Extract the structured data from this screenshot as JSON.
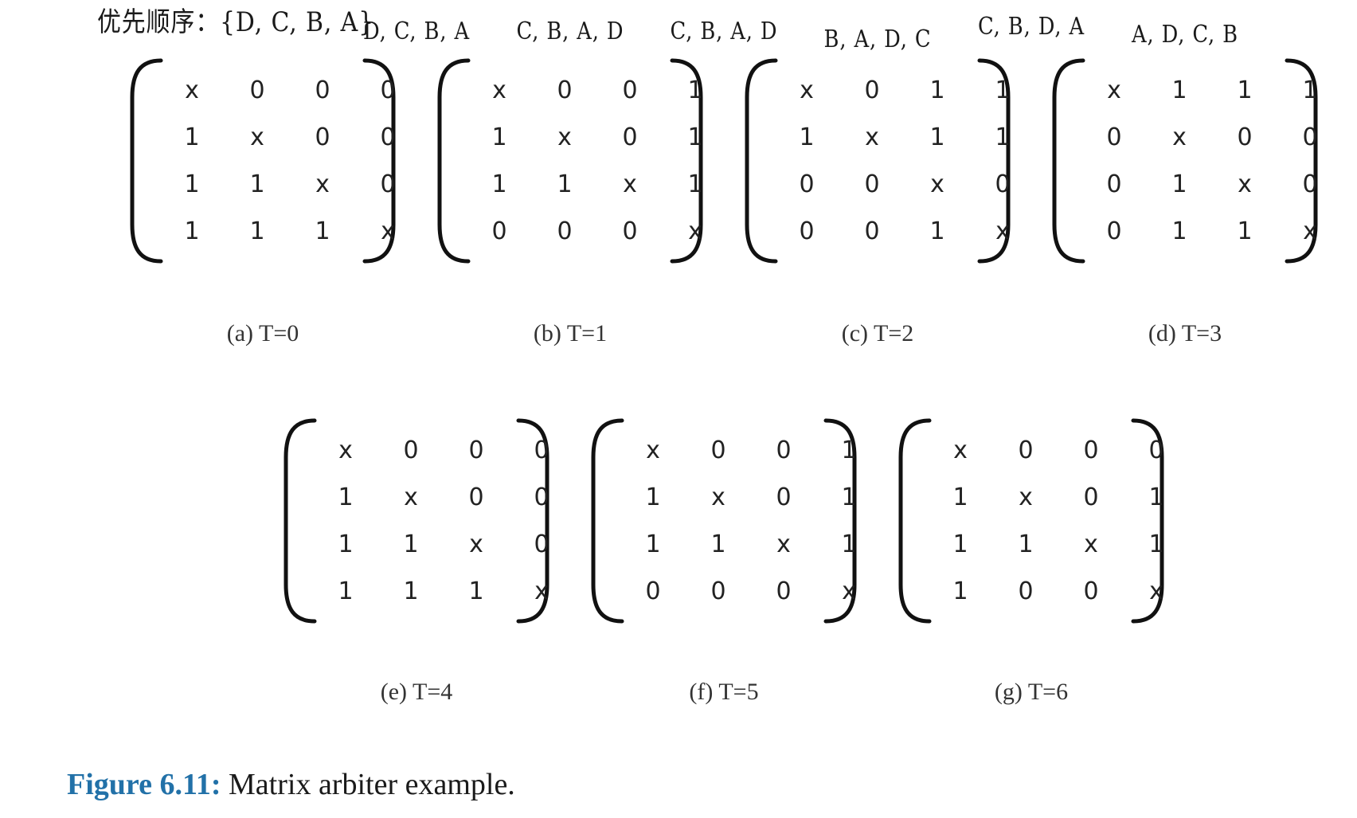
{
  "priority_label": "优先顺序：{D, C, B, A}",
  "panels": [
    {
      "heading": "",
      "matrix": [
        [
          "x",
          "0",
          "0",
          "0"
        ],
        [
          "1",
          "x",
          "0",
          "0"
        ],
        [
          "1",
          "1",
          "x",
          "0"
        ],
        [
          "1",
          "1",
          "1",
          "x"
        ]
      ],
      "caption": "(a) T=0"
    },
    {
      "heading": "C, B, A, D",
      "matrix": [
        [
          "x",
          "0",
          "0",
          "1"
        ],
        [
          "1",
          "x",
          "0",
          "1"
        ],
        [
          "1",
          "1",
          "x",
          "1"
        ],
        [
          "0",
          "0",
          "0",
          "x"
        ]
      ],
      "caption": "(b) T=1"
    },
    {
      "heading": "B, A, D, C",
      "matrix": [
        [
          "x",
          "0",
          "1",
          "1"
        ],
        [
          "1",
          "x",
          "1",
          "1"
        ],
        [
          "0",
          "0",
          "x",
          "0"
        ],
        [
          "0",
          "0",
          "1",
          "x"
        ]
      ],
      "caption": "(c) T=2"
    },
    {
      "heading": "A, D, C, B",
      "matrix": [
        [
          "x",
          "1",
          "1",
          "1"
        ],
        [
          "0",
          "x",
          "0",
          "0"
        ],
        [
          "0",
          "1",
          "x",
          "0"
        ],
        [
          "0",
          "1",
          "1",
          "x"
        ]
      ],
      "caption": "(d) T=3"
    },
    {
      "heading": "D, C, B, A",
      "matrix": [
        [
          "x",
          "0",
          "0",
          "0"
        ],
        [
          "1",
          "x",
          "0",
          "0"
        ],
        [
          "1",
          "1",
          "x",
          "0"
        ],
        [
          "1",
          "1",
          "1",
          "x"
        ]
      ],
      "caption": "(e) T=4"
    },
    {
      "heading": "C, B, A, D",
      "matrix": [
        [
          "x",
          "0",
          "0",
          "1"
        ],
        [
          "1",
          "x",
          "0",
          "1"
        ],
        [
          "1",
          "1",
          "x",
          "1"
        ],
        [
          "0",
          "0",
          "0",
          "x"
        ]
      ],
      "caption": "(f) T=5"
    },
    {
      "heading": "C, B, D, A",
      "matrix": [
        [
          "x",
          "0",
          "0",
          "0"
        ],
        [
          "1",
          "x",
          "0",
          "1"
        ],
        [
          "1",
          "1",
          "x",
          "1"
        ],
        [
          "1",
          "0",
          "0",
          "x"
        ]
      ],
      "caption": "(g) T=6"
    }
  ],
  "figure": {
    "label": "Figure 6.11:",
    "text": "Matrix arbiter example."
  }
}
